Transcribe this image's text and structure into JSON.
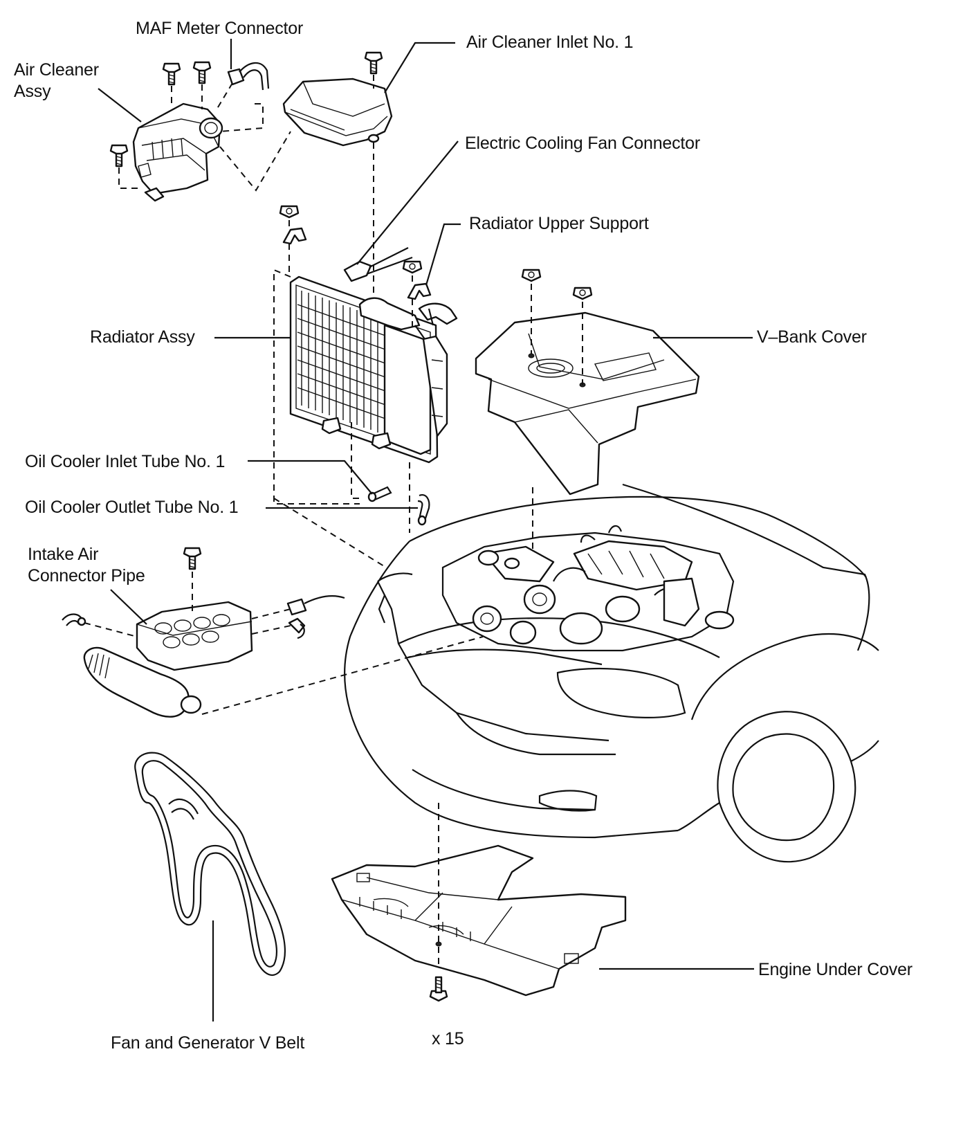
{
  "colors": {
    "ink": "#111111",
    "paper": "#ffffff"
  },
  "labels": {
    "maf_meter_connector": "MAF Meter Connector",
    "air_cleaner_assy_line1": "Air Cleaner",
    "air_cleaner_assy_line2": "Assy",
    "air_cleaner_inlet_no1": "Air Cleaner Inlet No. 1",
    "electric_cooling_fan_connector": "Electric Cooling Fan Connector",
    "radiator_upper_support": "Radiator Upper Support",
    "radiator_assy": "Radiator Assy",
    "v_bank_cover": "V–Bank Cover",
    "oil_cooler_inlet_tube_no1": "Oil Cooler Inlet Tube No. 1",
    "oil_cooler_outlet_tube_no1": "Oil Cooler Outlet Tube No. 1",
    "intake_air_connector_pipe_line1": "Intake Air",
    "intake_air_connector_pipe_line2": "Connector Pipe",
    "engine_under_cover": "Engine Under Cover",
    "fan_and_generator_v_belt": "Fan and Generator V Belt",
    "bolt_quantity": "x 15"
  }
}
